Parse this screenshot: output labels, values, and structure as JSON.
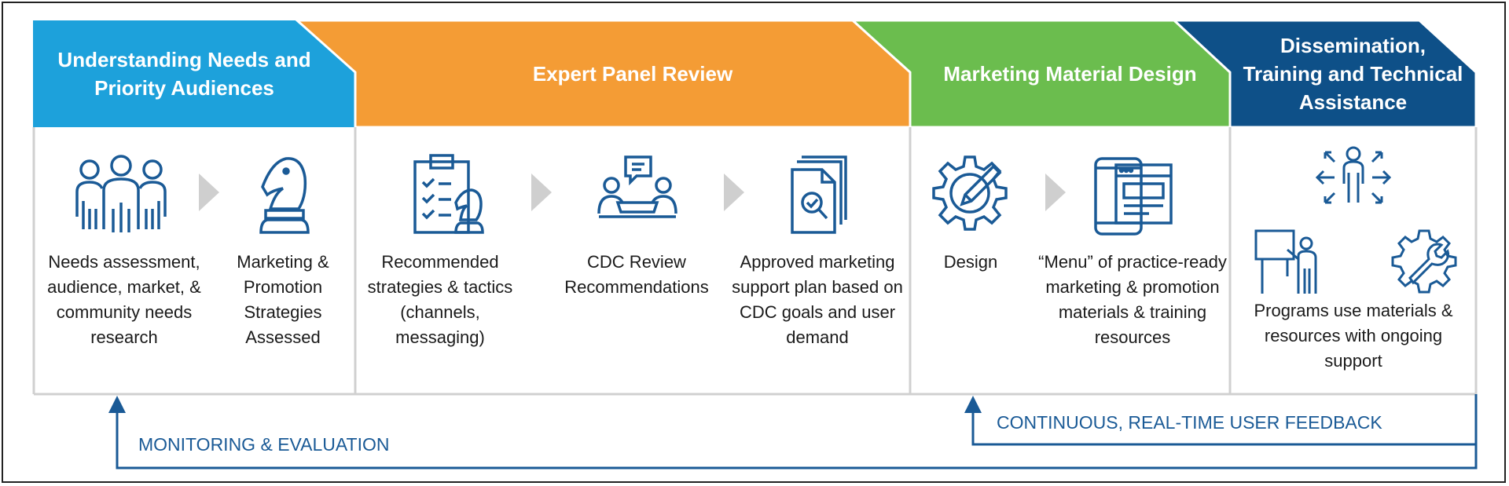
{
  "phases": [
    {
      "title": "Understanding Needs and Priority Audiences",
      "color": "#1da1db"
    },
    {
      "title": "Expert Panel Review",
      "color": "#f49c35"
    },
    {
      "title": "Marketing Material Design",
      "color": "#6bbd4e"
    },
    {
      "title": "Dissemination, Training and Technical Assistance",
      "color": "#0e5088"
    }
  ],
  "steps": [
    {
      "label": "Needs assessment, audience, market, & community needs research",
      "icon": "people-group-icon"
    },
    {
      "label": "Marketing & Promotion Strategies Assessed",
      "icon": "chess-knight-icon"
    },
    {
      "label": "Recommended strategies & tactics (channels, messaging)",
      "icon": "clipboard-checklist-icon"
    },
    {
      "label": "CDC Review Recommendations",
      "icon": "meeting-discussion-icon"
    },
    {
      "label": "Approved marketing support plan based on CDC goals and user demand",
      "icon": "document-search-icon"
    },
    {
      "label": "Design",
      "icon": "gear-pencil-icon"
    },
    {
      "label": "“Menu” of practice-ready marketing & promotion materials & training resources",
      "icon": "devices-icon"
    },
    {
      "label": "Programs use materials & resources with ongoing support",
      "icon": "support-icons"
    }
  ],
  "feedback": {
    "monitoring": "MONITORING & EVALUATION",
    "continuous": "CONTINUOUS, REAL-TIME USER FEEDBACK"
  },
  "colors": {
    "icon": "#1a5a96",
    "arrow": "#cfcfcf",
    "divider": "#d0d0d0"
  }
}
